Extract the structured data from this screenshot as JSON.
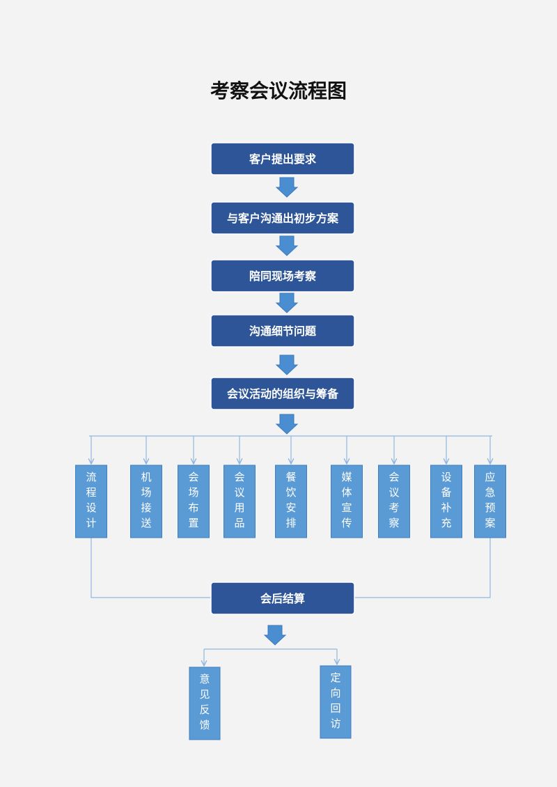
{
  "title": "考察会议流程图",
  "main_steps": [
    "客户提出要求",
    "与客户沟通出初步方案",
    "陪同现场考察",
    "沟通细节问题",
    "会议活动的组织与筹备"
  ],
  "sub_tasks": [
    "流程设计",
    "机场接送",
    "会场布置",
    "会议用品",
    "餐饮安排",
    "媒体宣传",
    "会议考察",
    "设备补充",
    "应急预案"
  ],
  "settlement": "会后结算",
  "followups": [
    "意见反馈",
    "定向回访"
  ],
  "colors": {
    "main_box": "#2d5597",
    "sub_box": "#5b9bd5",
    "arrow": "#4a8ed1",
    "connector": "#8fb7e0"
  }
}
